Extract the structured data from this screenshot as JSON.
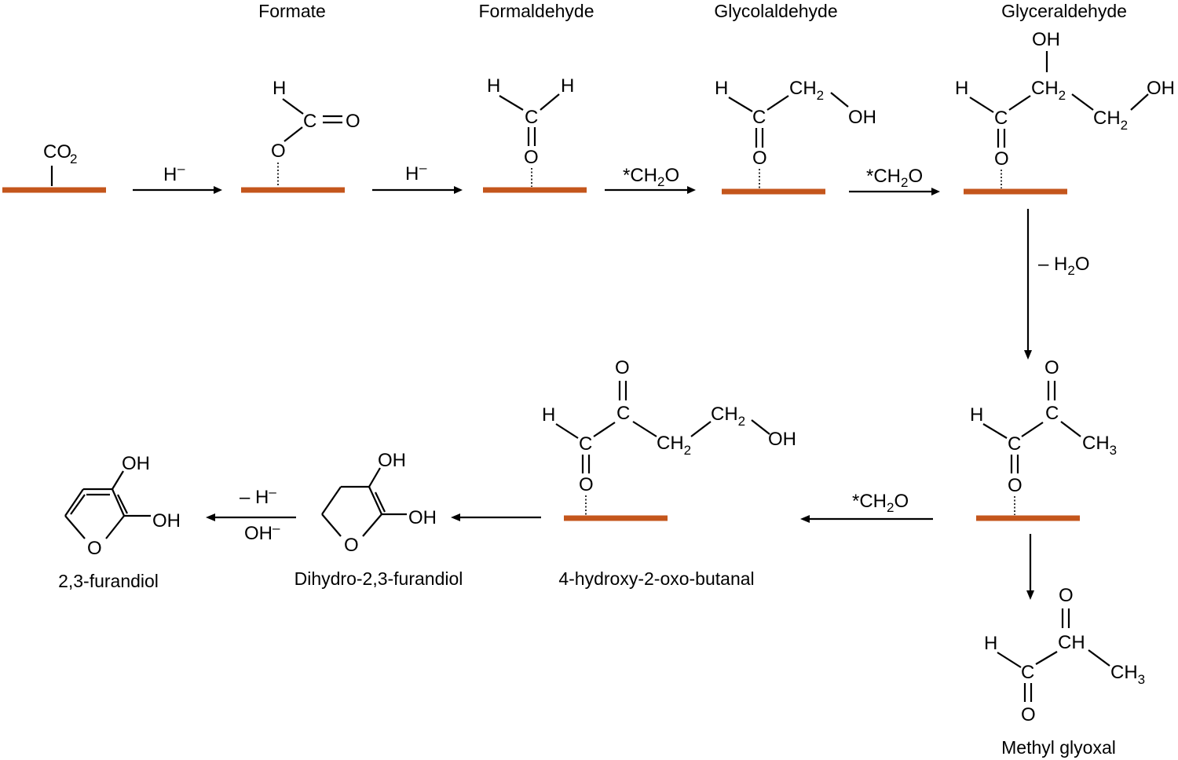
{
  "colors": {
    "surface": "#c4561c",
    "ink": "#000000"
  },
  "labels": {
    "formate": "Formate",
    "formaldehyde": "Formaldehyde",
    "glycolaldehyde": "Glycolaldehyde",
    "glyceraldehyde": "Glyceraldehyde",
    "methyl_glyoxal": "Methyl glyoxal",
    "butanal": "4-hydroxy-2-oxo-butanal",
    "dihydro_furandiol": "Dihydro-2,3-furandiol",
    "furandiol": "2,3-furandiol"
  },
  "reagents": {
    "hydride": "H",
    "hydride_sup": "–",
    "ch2o_prefix": "*CH",
    "ch2o_sub": "2",
    "ch2o_suffix": "O",
    "water_prefix": "– H",
    "water_sub": "2",
    "water_suffix": "O",
    "minus_h_prefix": "– H",
    "minus_h_sup": "–",
    "oh_text": "OH",
    "oh_sup": "–"
  },
  "atoms": {
    "H": "H",
    "C": "C",
    "O": "O",
    "OH": "OH",
    "CH": "CH",
    "CO": "CO",
    "sub2": "2",
    "sub3": "3"
  }
}
